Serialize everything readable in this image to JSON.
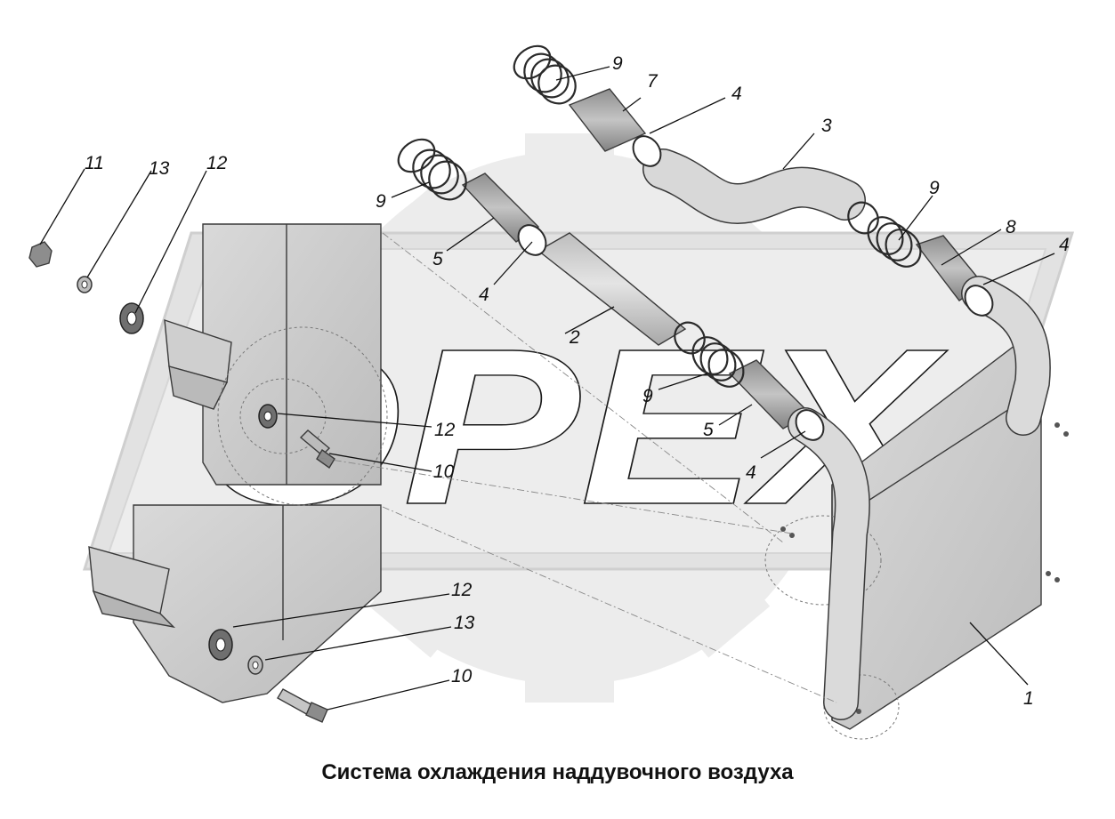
{
  "caption": "Система охлаждения наддувочного воздуха",
  "watermark": {
    "text": "OPEX",
    "color": "#e6e6e6",
    "outline": "#c8c8c8"
  },
  "colors": {
    "part_fill": "#d2d2d2",
    "part_dark": "#a9a9a9",
    "line": "#111111"
  },
  "callouts": {
    "c1": "1",
    "c2": "2",
    "c3": "3",
    "c4a": "4",
    "c4b": "4",
    "c4c": "4",
    "c4d": "4",
    "c5a": "5",
    "c5b": "5",
    "c7": "7",
    "c8": "8",
    "c9a": "9",
    "c9b": "9",
    "c9c": "9",
    "c9d": "9",
    "c10a": "10",
    "c10b": "10",
    "c11": "11",
    "c12a": "12",
    "c12b": "12",
    "c12c": "12",
    "c13a": "13",
    "c13b": "13"
  }
}
